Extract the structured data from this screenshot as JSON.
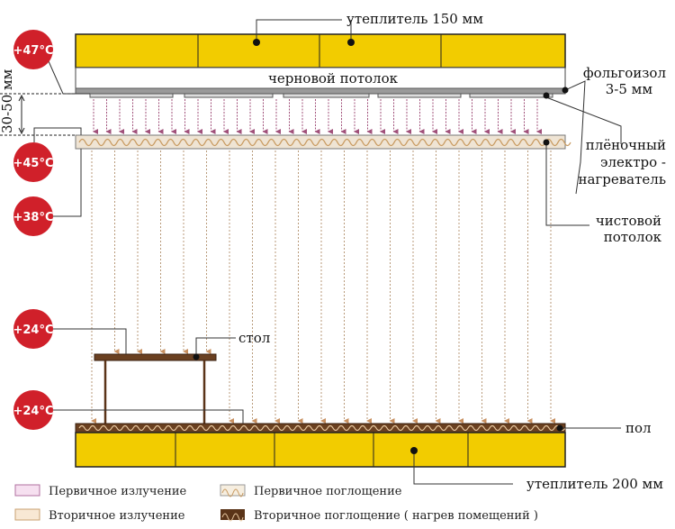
{
  "labels": {
    "top_insulation": "утеплитель 150 мм",
    "rough_ceiling": "черновой потолок",
    "foil_line1": "фольгоизол",
    "foil_line2": "3-5 мм",
    "heater_line1": "плёночный",
    "heater_line2": "электро -",
    "heater_line3": "нагреватель",
    "finish_line1": "чистовой",
    "finish_line2": "потолок",
    "table": "стол",
    "floor": "пол",
    "bottom_insulation": "утеплитель 200 мм",
    "gap_dimension": "30-50 мм"
  },
  "temperatures": [
    "+47°C",
    "+45°C",
    "+38°C",
    "+24°C",
    "+24°C"
  ],
  "legend": [
    {
      "label": "Первичное излучение",
      "icon": "primary-radiation-icon"
    },
    {
      "label": "Первичное поглощение",
      "icon": "primary-absorption-icon"
    },
    {
      "label": "Вторичное излучение",
      "icon": "secondary-radiation-icon"
    },
    {
      "label": "Вторичное поглощение ( нагрев помещений )",
      "icon": "secondary-absorption-icon"
    }
  ],
  "colors": {
    "insulation": "#f2cc00",
    "temp_badge": "#d0202a",
    "primary_radiation": "#a0507a",
    "secondary_radiation": "#b89a7a",
    "finish_ceiling": "#efe4d4",
    "floor": "#5a3418"
  }
}
